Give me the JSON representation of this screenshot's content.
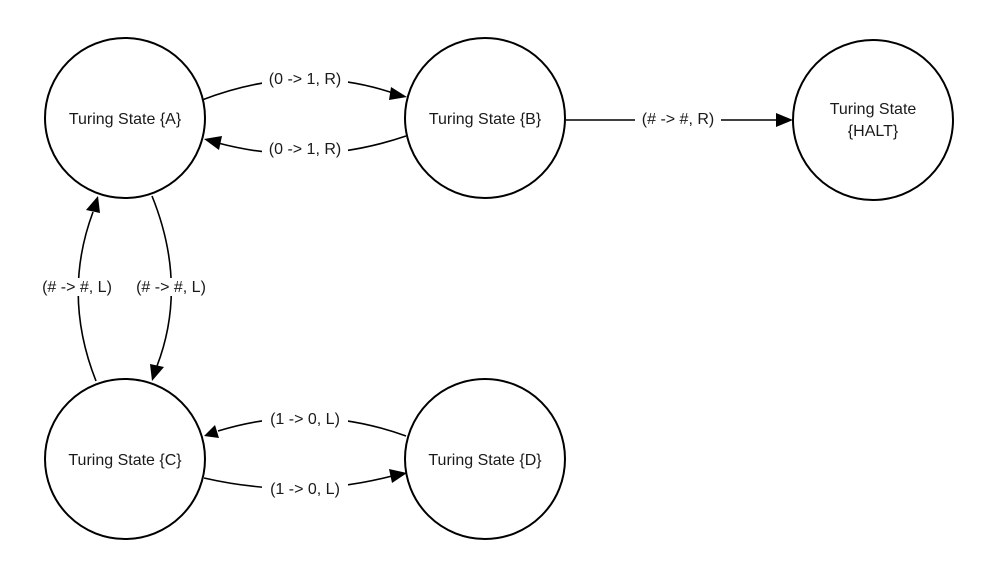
{
  "diagram": {
    "states": {
      "a": {
        "label": "Turing State {A}"
      },
      "b": {
        "label": "Turing State {B}"
      },
      "halt": {
        "label_line1": "Turing State",
        "label_line2": "{HALT}"
      },
      "c": {
        "label": "Turing State {C}"
      },
      "d": {
        "label": "Turing State {D}"
      }
    },
    "transitions": {
      "a_to_b": "(0 -> 1, R)",
      "b_to_a": "(0 -> 1, R)",
      "b_to_halt": "(# -> #, R)",
      "c_to_a": "(# -> #, L)",
      "a_to_c": "(# -> #, L)",
      "d_to_c": "(1 -> 0, L)",
      "c_to_d": "(1 -> 0, L)"
    },
    "colors": {
      "stroke": "#000000",
      "fill": "#ffffff",
      "text": "#1a1a1a"
    }
  }
}
